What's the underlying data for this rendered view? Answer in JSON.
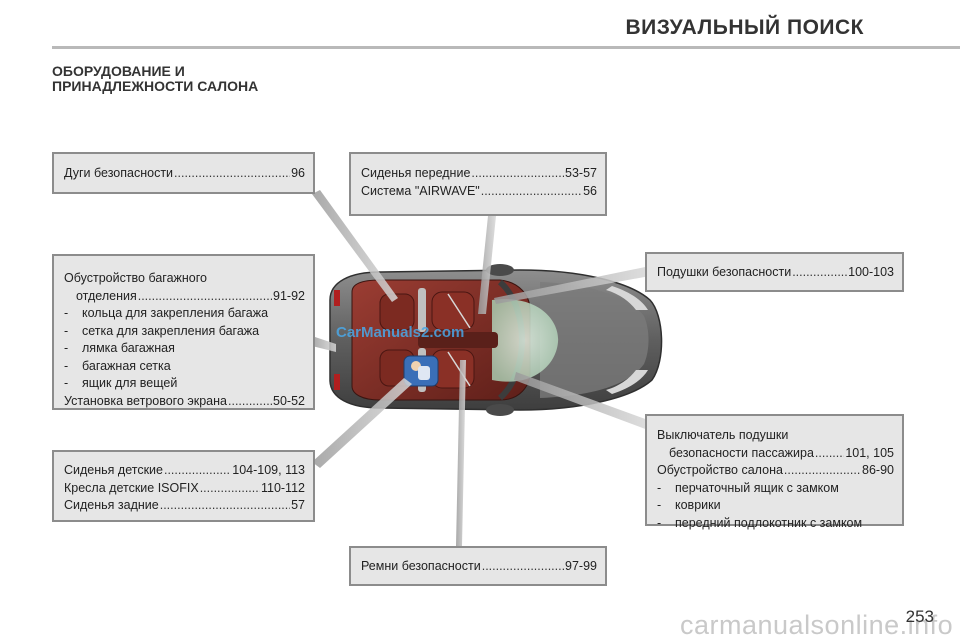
{
  "header": {
    "title": "ВИЗУАЛЬНЫЙ ПОИСК"
  },
  "section": {
    "title_line1": "ОБОРУДОВАНИЕ И",
    "title_line2": "ПРИНАДЛЕЖНОСТИ САЛОНА"
  },
  "boxes": {
    "roll_bars": {
      "label": "Дуги безопасности",
      "page": "96"
    },
    "front_seats": {
      "rows": [
        {
          "label": "Сиденья передние",
          "page": "53-57"
        },
        {
          "label": "Система \"AIRWAVE\"",
          "page": "56"
        }
      ]
    },
    "airbags": {
      "label": "Подушки безопасности",
      "page": "100-103"
    },
    "boot": {
      "line1": "Обустройство багажного",
      "line2_label": "отделения",
      "line2_page": "91-92",
      "items": [
        "кольца для закрепления багажа",
        "сетка для закрепления багажа",
        "лямка багажная",
        "багажная сетка",
        "ящик для вещей"
      ],
      "wind_label": "Установка ветрового экрана",
      "wind_page": "50-52"
    },
    "child": {
      "rows": [
        {
          "label": "Сиденья детские",
          "page": "104-109, 113"
        },
        {
          "label": "Кресла детские ISOFIX",
          "page": "110-112"
        },
        {
          "label": "Сиденья задние",
          "page": "57"
        }
      ]
    },
    "airbag_switch": {
      "line1": "Выключатель подушки",
      "line2_label": "безопасности пассажира",
      "line2_page": "101, 105",
      "fit_label": "Обустройство салона",
      "fit_page": "86-90",
      "items": [
        "перчаточный ящик с замком",
        "коврики",
        "передний подлокотник с замком"
      ]
    },
    "belts": {
      "label": "Ремни безопасности",
      "page": "97-99"
    }
  },
  "dash": "-",
  "watermark": "CarManuals2.com",
  "page_number": "253",
  "bottom_watermark": "carmanualsonline.info",
  "colors": {
    "box_bg": "#e6e6e6",
    "box_border": "#8c8c8c",
    "car_body": "#5a5a5a",
    "interior": "#7a2e26",
    "accent": "#4aa8e8"
  }
}
